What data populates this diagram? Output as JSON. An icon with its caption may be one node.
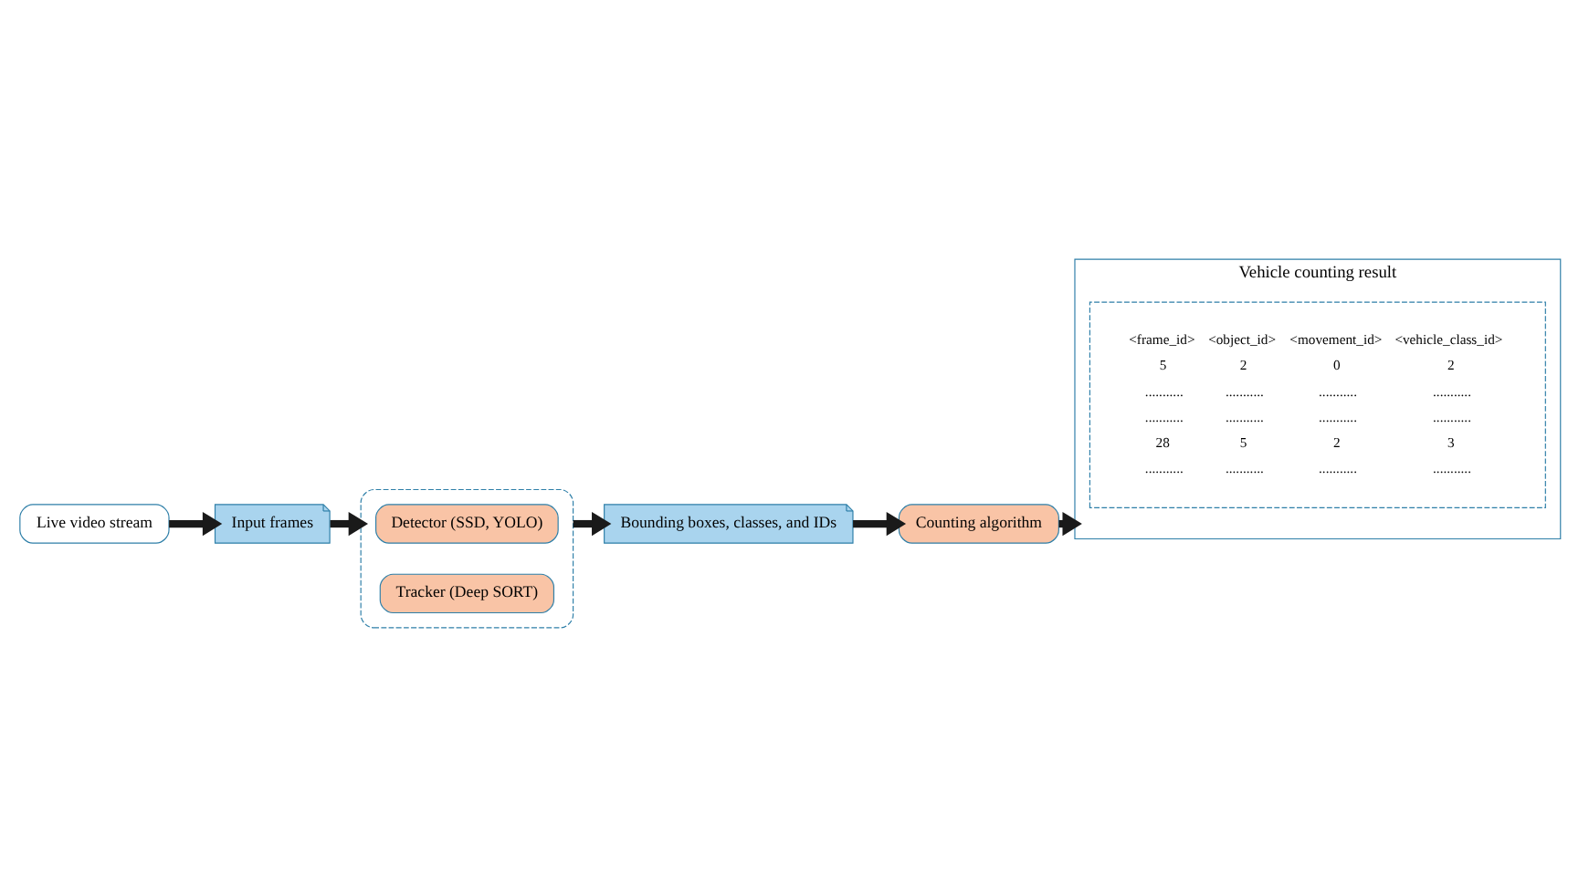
{
  "diagram": {
    "nodes": [
      {
        "text": [
          "Live video stream"
        ]
      },
      {
        "text": [
          "Input frames"
        ]
      },
      {
        "text": [],
        "shape": "box"
      },
      {
        "text": [
          "Detector (SSD, YOLO)"
        ],
        "in": 2
      },
      {
        "text": [
          "Tracker (Deep SORT)"
        ],
        "in": 2
      },
      {
        "text": [
          "Bounding boxes, classes, and IDs"
        ]
      },
      {
        "text": [
          "Counting algorithm"
        ]
      },
      {
        "text": [
          "Vehicle counting result"
        ]
      },
      {
        "text": [],
        "shape": "box",
        "in": 7
      }
    ],
    "edges": [
      {
        "from": 0,
        "to": 1,
        "arrow": "to"
      },
      {
        "from": 1,
        "to": 2,
        "arrow": "to"
      },
      {
        "from": 2,
        "to": 5,
        "arrow": "to"
      },
      {
        "from": 5,
        "to": 6,
        "arrow": "to"
      },
      {
        "from": 6,
        "to": 7,
        "arrow": "to"
      }
    ],
    "labels": [
      "<frame_id>",
      "<object_id>",
      "<movement_id>",
      "<vehicle_class_id>",
      "5",
      "2",
      "0",
      "2",
      "...........",
      "...........",
      "...........",
      "...........",
      "...........",
      "...........",
      "...........",
      "...........",
      "28",
      "5",
      "2",
      "3",
      "...........",
      "...........",
      "...........",
      "..........."
    ]
  }
}
